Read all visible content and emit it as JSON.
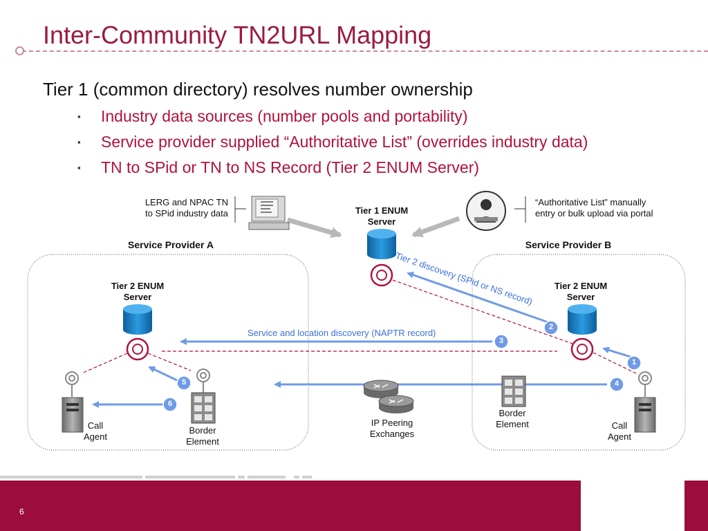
{
  "slide": {
    "title": "Inter-Community TN2URL Mapping",
    "lead": "Tier 1 (common directory) resolves number ownership",
    "bullets": [
      "Industry data sources (number pools and portability)",
      "Service provider supplied “Authoritative List” (overrides industry data)",
      "TN to SPid or TN to NS Record (Tier 2 ENUM Server)"
    ],
    "bullet_marker": "▪",
    "page_number": "6"
  },
  "diagram": {
    "lerg_line1": "LERG and NPAC TN",
    "lerg_line2": "to SPid industry data",
    "tier1_line1": "Tier 1 ENUM",
    "tier1_line2": "Server",
    "auth_line1": "“Authoritative List” manually",
    "auth_line2": "entry or bulk upload via portal",
    "provider_a": "Service Provider A",
    "provider_b": "Service Provider B",
    "tier2a_line1": "Tier 2 ENUM",
    "tier2a_line2": "Server",
    "tier2b_line1": "Tier 2 ENUM",
    "tier2b_line2": "Server",
    "tier2_discovery": "Tier 2 discovery (SPid or NS record)",
    "service_discovery": "Service and location discovery (NAPTR record)",
    "call_agent_a_line1": "Call",
    "call_agent_a_line2": "Agent",
    "border_a_line1": "Border",
    "border_a_line2": "Element",
    "ip_line1": "IP Peering",
    "ip_line2": "Exchanges",
    "border_b_line1": "Border",
    "border_b_line2": "Element",
    "call_agent_b_line1": "Call",
    "call_agent_b_line2": "Agent",
    "step1": "1",
    "step2": "2",
    "step3": "3",
    "step4": "4",
    "step5": "5",
    "step6": "6"
  },
  "colors": {
    "title": "#9b1b3f",
    "bullet_text": "#b0123a",
    "arrow_blue": "#6f9be6",
    "footer": "#9b0d3c",
    "database_blue": "#1a7fc6",
    "endpoint_ring": "#b0123a"
  },
  "icons": [
    "computer-terminal-icon",
    "support-agent-icon",
    "database-icon",
    "endpoint-ring-icon",
    "server-tower-icon",
    "antenna-icon",
    "router-icon"
  ]
}
